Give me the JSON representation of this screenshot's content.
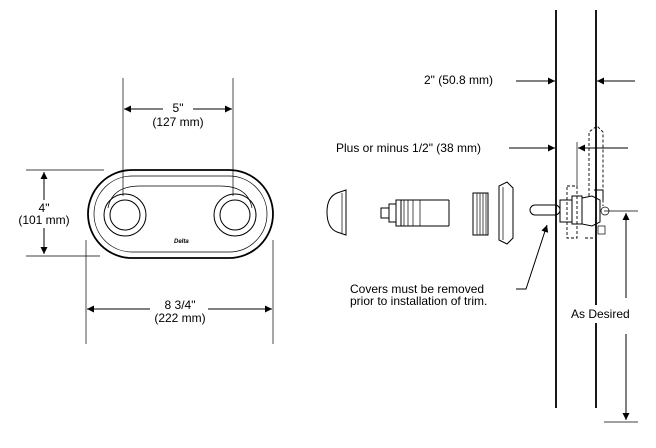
{
  "dimensions": {
    "spacing_in": "5\"",
    "spacing_mm": "(127 mm)",
    "height_in": "4\"",
    "height_mm": "(101 mm)",
    "width_in": "8 3/4\"",
    "width_mm": "(222 mm)",
    "wall_offset": "2\" (50.8 mm)",
    "tolerance": "Plus or minus 1/2\" (38 mm)",
    "as_desired": "As Desired"
  },
  "notes": {
    "covers_line1": "Covers must be removed",
    "covers_line2": "prior to installation of trim."
  },
  "brand": {
    "logo_text": "Delta"
  }
}
